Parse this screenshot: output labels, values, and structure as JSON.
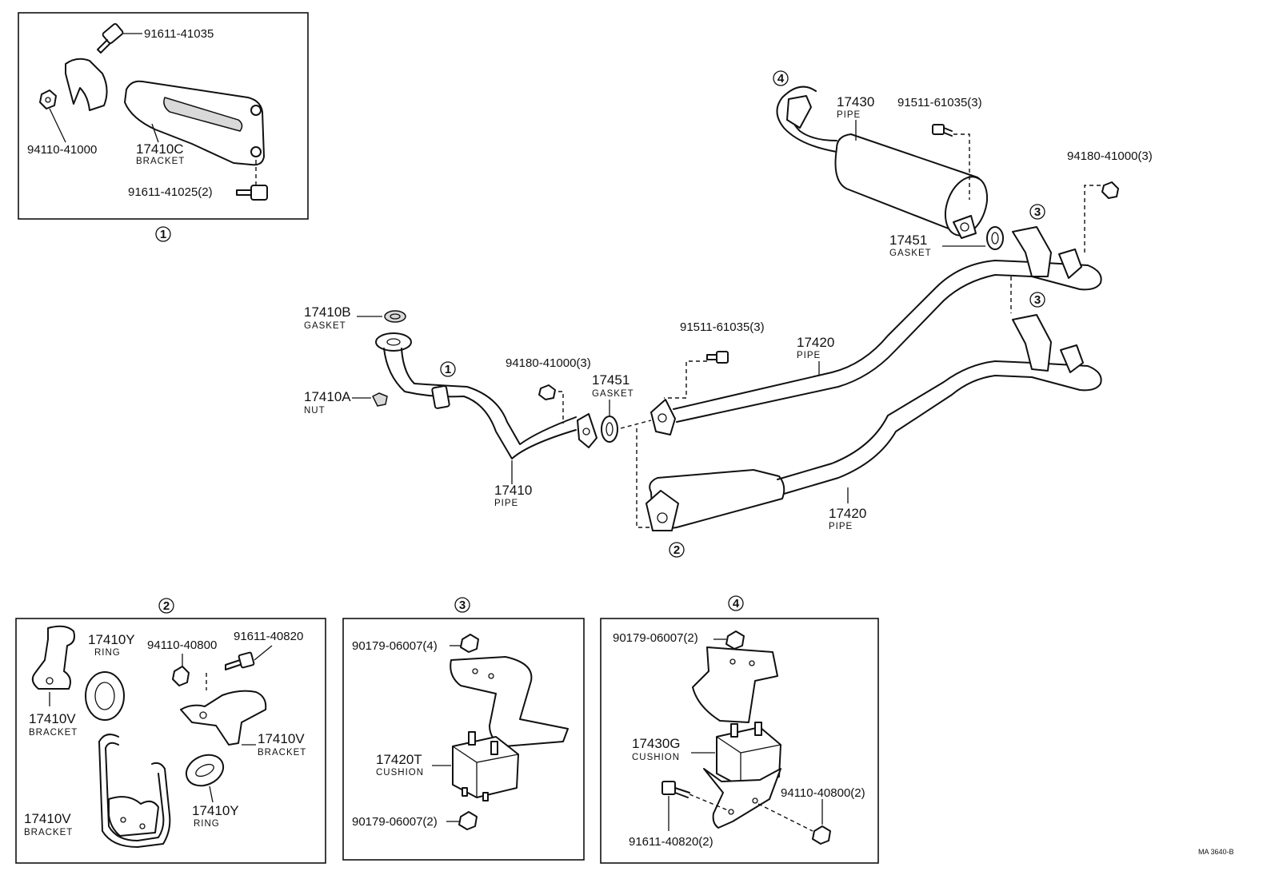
{
  "diagram_code": "MA 3640-B",
  "insets": {
    "inset1": {
      "marker": "1",
      "bolt_top": "91611-41035",
      "nut": "94110-41000",
      "bracket_pn": "17410C",
      "bracket_name": "BRACKET",
      "bolt_bottom": "91611-41025(2)"
    },
    "inset2": {
      "marker": "2",
      "bracket_tl_pn": "17410V",
      "bracket_tl_name": "BRACKET",
      "ring_top_pn": "17410Y",
      "ring_top_name": "RING",
      "nut": "94110-40800",
      "bolt": "91611-40820",
      "bracket_r_pn": "17410V",
      "bracket_r_name": "BRACKET",
      "bracket_bl_pn": "17410V",
      "bracket_bl_name": "BRACKET",
      "ring_bottom_pn": "17410Y",
      "ring_bottom_name": "RING"
    },
    "inset3": {
      "marker": "3",
      "nut_top": "90179-06007(4)",
      "cushion_pn": "17420T",
      "cushion_name": "CUSHION",
      "nut_bottom": "90179-06007(2)"
    },
    "inset4": {
      "marker": "4",
      "nut_top": "90179-06007(2)",
      "cushion_pn": "17430G",
      "cushion_name": "CUSHION",
      "nut_right": "94110-40800(2)",
      "bolt_bottom": "91611-40820(2)"
    }
  },
  "main": {
    "gasket_top_pn": "17410B",
    "gasket_top_name": "GASKET",
    "nut_pn": "17410A",
    "nut_name": "NUT",
    "front_pipe_pn": "17410",
    "front_pipe_name": "PIPE",
    "marker_front_pipe": "1",
    "nut_mid": "94180-41000(3)",
    "gasket_mid_pn": "17451",
    "gasket_mid_name": "GASKET",
    "bolt_mid": "91511-61035(3)",
    "center_pipe_upper_pn": "17420",
    "center_pipe_upper_name": "PIPE",
    "center_pipe_lower_pn": "17420",
    "center_pipe_lower_name": "PIPE",
    "marker_muffler": "2",
    "tail_marker": "4",
    "tail_pipe_pn": "17430",
    "tail_pipe_name": "PIPE",
    "tail_bolt": "91511-61035(3)",
    "tail_nut": "94180-41000(3)",
    "gasket_rear_pn": "17451",
    "gasket_rear_name": "GASKET",
    "marker_hanger_upper": "3",
    "marker_hanger_lower": "3"
  }
}
